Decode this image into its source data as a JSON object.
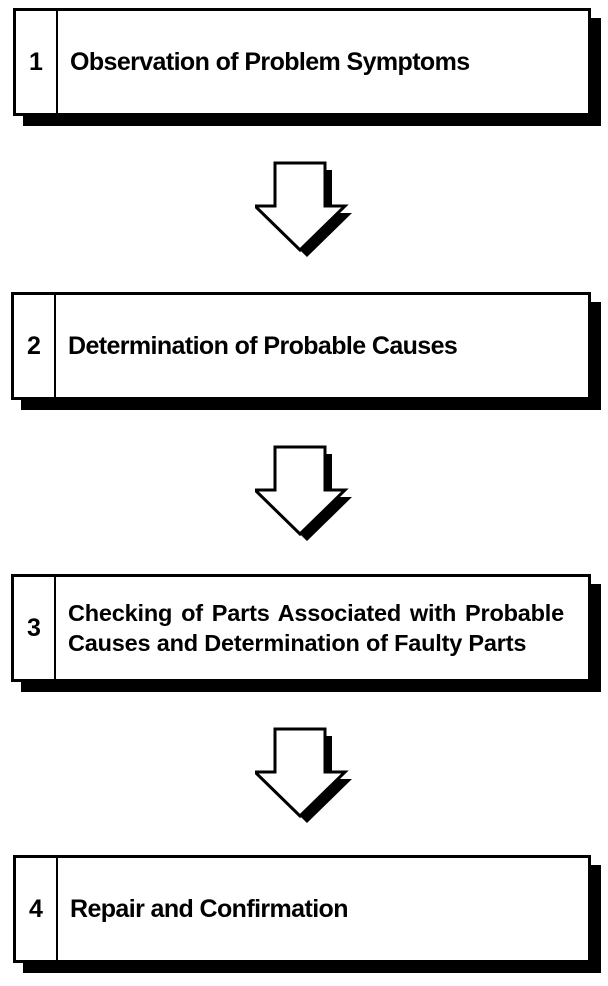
{
  "steps": [
    {
      "number": "1",
      "label": "Observation of Problem Symptoms"
    },
    {
      "number": "2",
      "label": "Determination of Probable Causes"
    },
    {
      "number": "3",
      "label": "Checking of Parts Associated with Probable Causes and Determination of Faulty Parts"
    },
    {
      "number": "4",
      "label": "Repair and Confirmation"
    }
  ],
  "colors": {
    "ink": "#000000",
    "background": "#ffffff"
  },
  "arrow_icon": "down-arrow-icon"
}
